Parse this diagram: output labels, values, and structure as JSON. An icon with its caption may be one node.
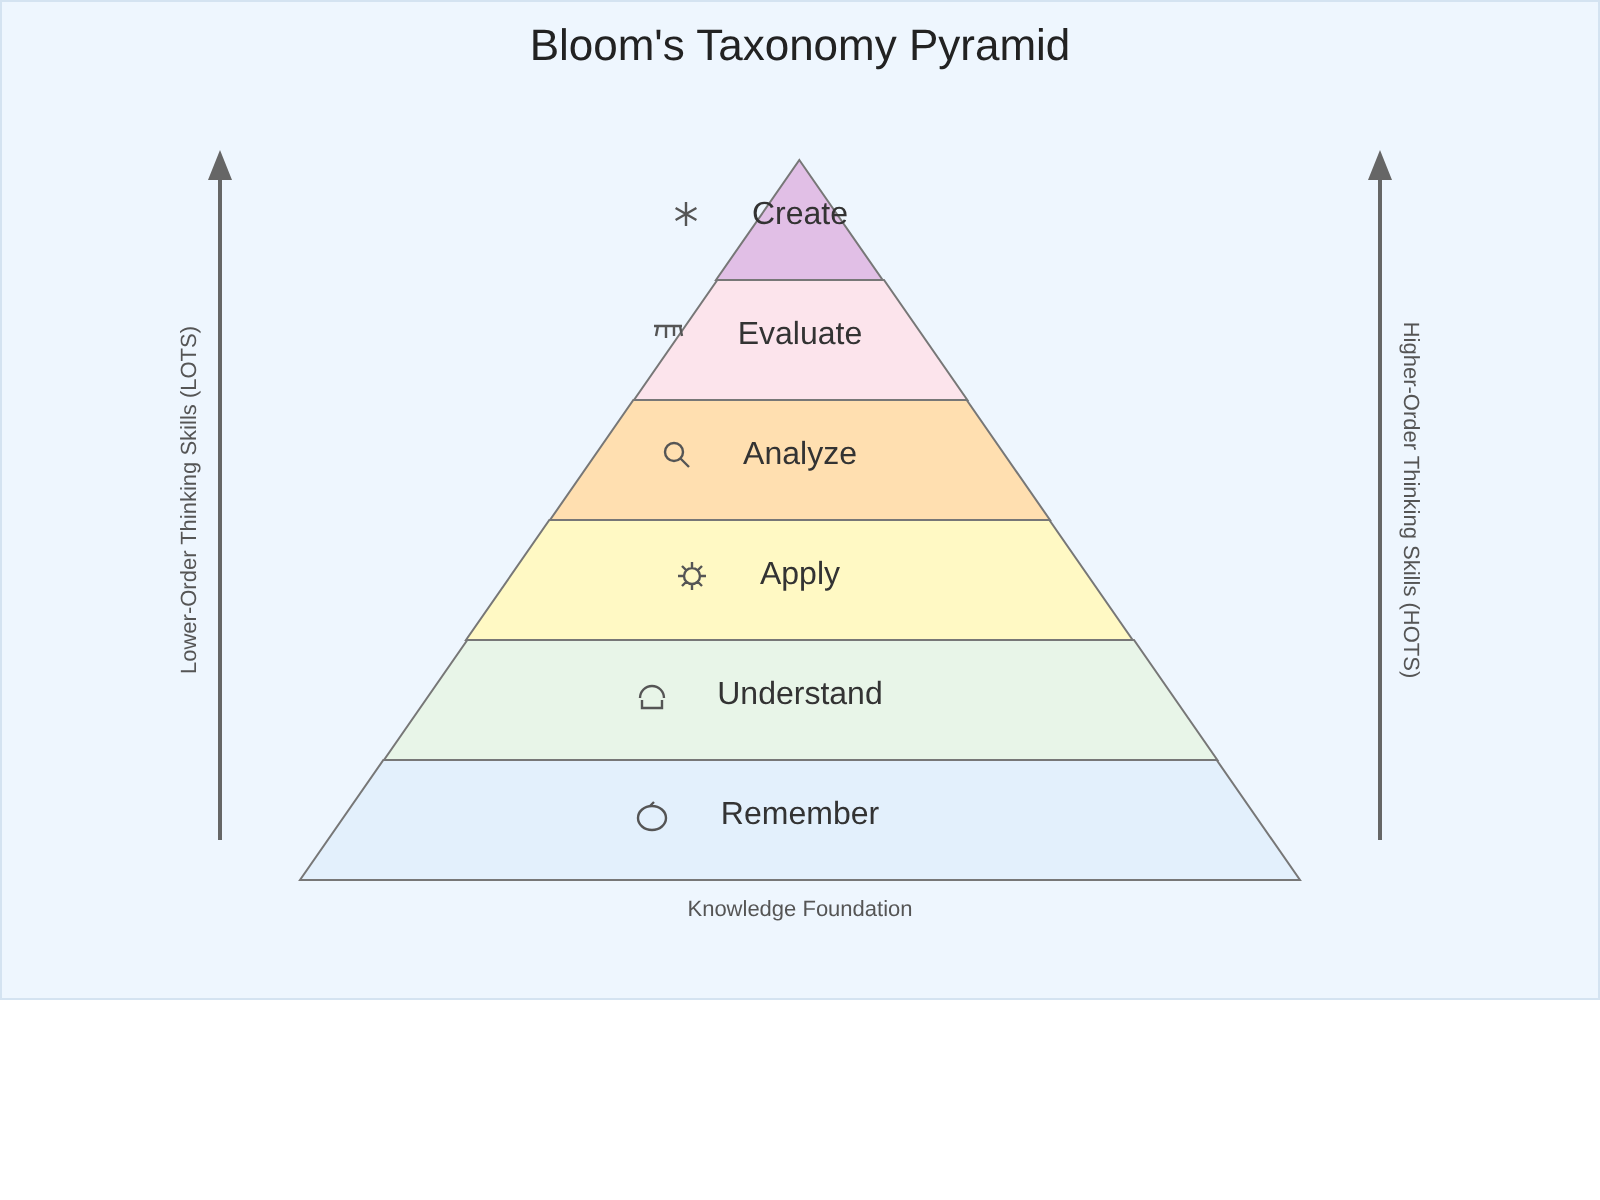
{
  "diagram": {
    "title": "Bloom's Taxonomy Pyramid",
    "nodes": [
      {
        "text": [
          "Create"
        ]
      },
      {
        "text": [
          "Evaluate"
        ]
      },
      {
        "text": [
          "Analyze"
        ]
      },
      {
        "text": [
          "Apply"
        ]
      },
      {
        "text": [
          "Understand"
        ]
      },
      {
        "text": [
          "Remember"
        ]
      }
    ],
    "labels": [
      "Lower-Order Thinking Skills (LOTS)",
      "Higher-Order Thinking Skills (HOTS)",
      "Knowledge Foundation"
    ]
  }
}
